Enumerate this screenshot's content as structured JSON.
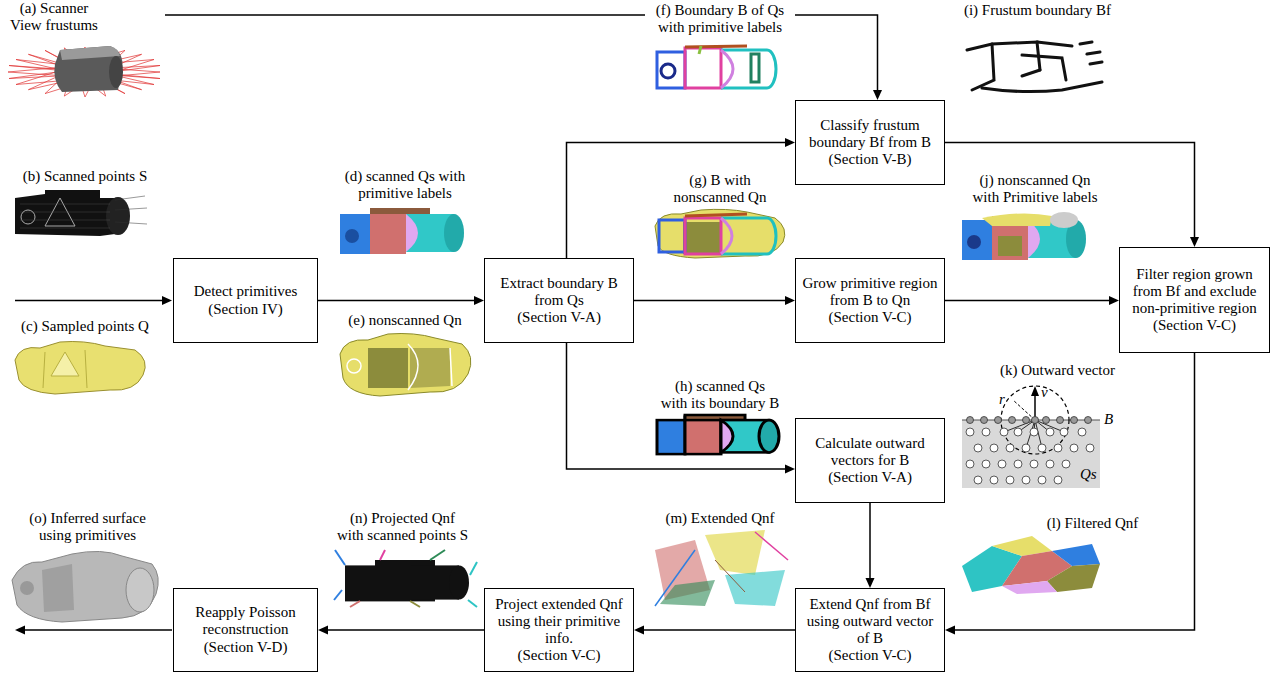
{
  "diagram": {
    "nodes": [
      {
        "text": [
          "(a) Scanner View frustums"
        ]
      },
      {
        "text": [
          "(f) Boundary B of Qs with primitive labels"
        ]
      },
      {
        "text": [
          "(i) Frustum boundary Bf"
        ]
      },
      {
        "text": [
          "Classify frustum boundary Bf from B",
          "(Section V-B)"
        ]
      },
      {
        "text": [
          "(b) Scanned points S"
        ]
      },
      {
        "text": [
          "(d) scanned Qs with primitive labels"
        ]
      },
      {
        "text": [
          "(g) B with nonscanned Qn"
        ]
      },
      {
        "text": [
          "(j) nonscanned Qn with Primitive labels"
        ]
      },
      {
        "text": [
          "Detect primitives",
          "(Section IV)"
        ]
      },
      {
        "text": [
          "Extract boundary B from Qs",
          "(Section V-A)"
        ]
      },
      {
        "text": [
          "Grow primitive region from B to Qn",
          "(Section V-C)"
        ]
      },
      {
        "text": [
          "Filter region grown from Bf and exclude non-primitive region",
          "(Section V-C)"
        ]
      },
      {
        "text": [
          "(c) Sampled points Q"
        ]
      },
      {
        "text": [
          "(e) nonscanned Qn"
        ]
      },
      {
        "text": [
          "(h) scanned Qs with its boundary B"
        ]
      },
      {
        "text": [
          "(k) Outward vector"
        ]
      },
      {
        "text": [
          "Calculate outward vectors for B",
          "(Section V-A)"
        ]
      },
      {
        "text": [
          "(o) Inferred surface using primitives"
        ]
      },
      {
        "text": [
          "(n) Projected Qnf with scanned points S"
        ]
      },
      {
        "text": [
          "(m) Extended Qnf"
        ]
      },
      {
        "text": [
          "(l) Filtered Qnf"
        ]
      },
      {
        "text": [
          "Reapply Poisson reconstruction",
          "(Section V-D)"
        ]
      },
      {
        "text": [
          "Project extended Qnf using their primitive info.",
          "(Section V-C)"
        ]
      },
      {
        "text": [
          "Extend Qnf from Bf using outward vector of B",
          "(Section V-C)"
        ]
      }
    ],
    "edges": [
      {
        "from": 0,
        "to": 3,
        "arrow": "to"
      },
      {
        "from": 9,
        "to": 3,
        "arrow": "to"
      },
      {
        "from": 8,
        "to": 9,
        "arrow": "to"
      },
      {
        "from": 9,
        "to": 10,
        "arrow": "to"
      },
      {
        "from": 9,
        "to": 16,
        "arrow": "to"
      },
      {
        "from": 3,
        "to": 11,
        "arrow": "to"
      },
      {
        "from": 10,
        "to": 11,
        "arrow": "to"
      },
      {
        "from": 11,
        "to": 23,
        "arrow": "to"
      },
      {
        "from": 16,
        "to": 23,
        "arrow": "to"
      },
      {
        "from": 23,
        "to": 22,
        "arrow": "to"
      },
      {
        "from": 22,
        "to": 21,
        "arrow": "to"
      }
    ],
    "labels": [
      "v",
      "r",
      "B",
      "Qs"
    ]
  }
}
